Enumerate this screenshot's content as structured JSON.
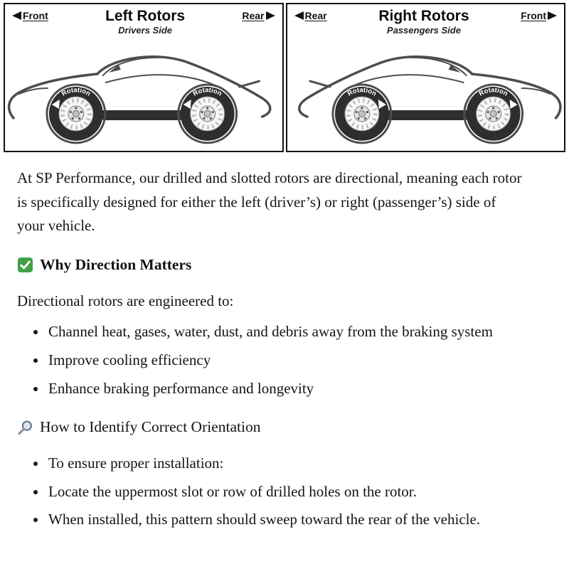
{
  "diagram": {
    "left_panel": {
      "top_left_label": "Front",
      "top_right_label": "Rear",
      "title": "Left Rotors",
      "subtitle": "Drivers Side",
      "rotation_label": "Rotation"
    },
    "right_panel": {
      "top_left_label": "Rear",
      "top_right_label": "Front",
      "title": "Right Rotors",
      "subtitle": "Passengers Side",
      "rotation_label": "Rotation"
    }
  },
  "content": {
    "intro": "At SP Performance, our drilled and slotted rotors are directional, meaning each rotor is specifically designed for either the left (driver’s) or right (passenger’s) side of your vehicle.",
    "section1": {
      "icon_name": "check-icon",
      "icon_color": "#43a047",
      "heading": "Why Direction Matters",
      "lead": "Directional rotors are engineered to:",
      "bullets": [
        "Channel heat, gases, water, dust, and debris away from the braking system",
        "Improve cooling efficiency",
        "Enhance braking performance and longevity"
      ]
    },
    "section2": {
      "icon_name": "magnifier-icon",
      "heading": "How to Identify Correct Orientation",
      "bullets": [
        "To ensure proper installation:",
        "Locate the uppermost slot or row of drilled holes on the rotor.",
        "When installed, this pattern should sweep toward the rear of the vehicle."
      ]
    }
  }
}
